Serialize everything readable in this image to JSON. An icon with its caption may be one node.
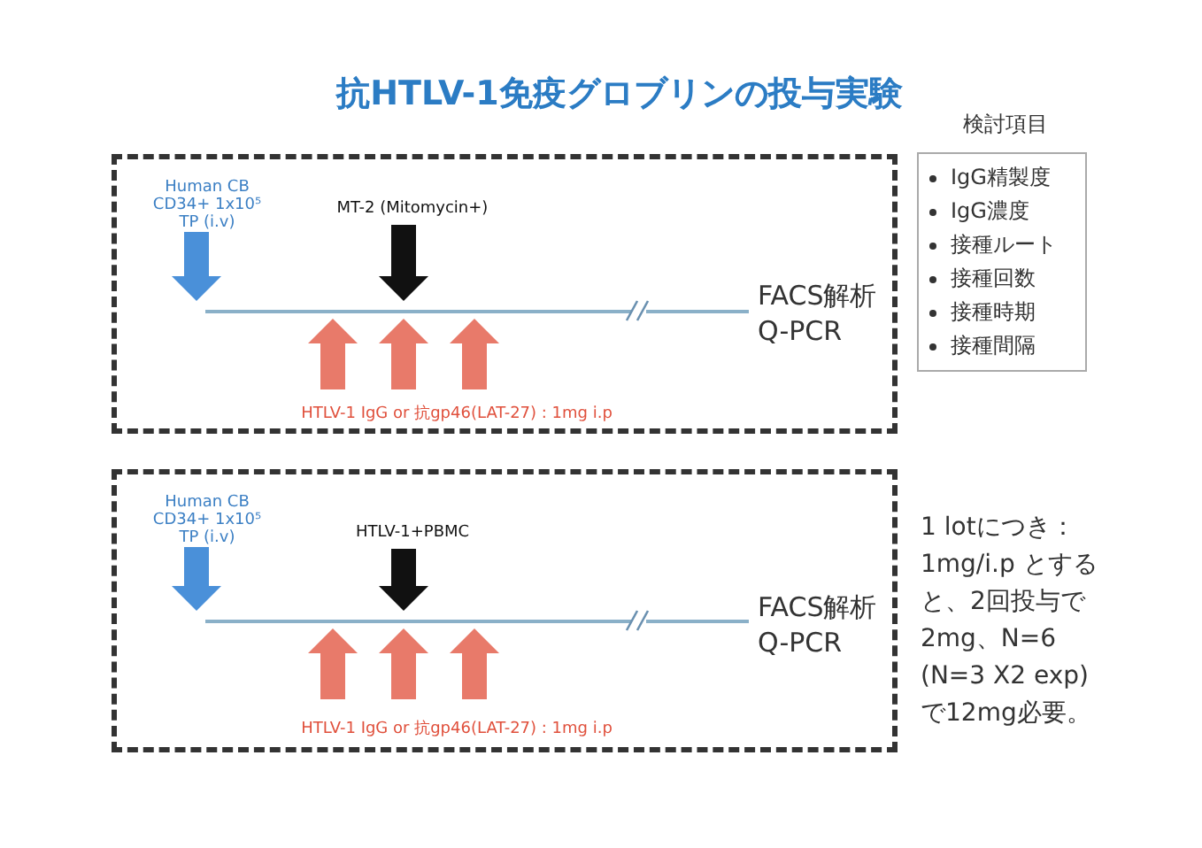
{
  "diagram": {
    "title": "抗HTLV-1免疫グロブリンの投与実験",
    "nodes": [
      {
        "text": [],
        "shape": "box"
      },
      {
        "text": [
          "Human CB CD34+ 1x10⁵ TP (i.v)"
        ],
        "in": 0
      },
      {
        "text": [
          "MT-2 (Mitomycin+)"
        ],
        "in": 0
      },
      {
        "text": [],
        "shape": "bar",
        "in": 0
      },
      {
        "text": [
          "HTLV-1 IgG or 抗gp46(LAT-27) : 1mg i.p"
        ],
        "in": 0
      },
      {
        "text": [],
        "shape": "box"
      },
      {
        "text": [
          "Human CB CD34+ 1x10⁵ TP (i.v)"
        ],
        "in": 5
      },
      {
        "text": [
          "HTLV-1+PBMC"
        ],
        "in": 5
      },
      {
        "text": [],
        "shape": "bar",
        "in": 5
      },
      {
        "text": [
          "HTLV-1 IgG or 抗gp46(LAT-27) : 1mg i.p"
        ],
        "in": 5
      },
      {
        "text": [
          "検討項目",
          "IgG精製度",
          "IgG濃度",
          "接種ルート",
          "接種回数",
          "接種時期",
          "接種間隔"
        ]
      }
    ],
    "edges": [
      {
        "from": 1,
        "to": 3,
        "arrow": "to",
        "color": "#4a90d9"
      },
      {
        "from": 2,
        "to": 3,
        "arrow": "to",
        "color": "#111111"
      },
      {
        "from": null,
        "to": 3,
        "arrow": "to"
      },
      {
        "from": null,
        "to": 3,
        "arrow": "to"
      },
      {
        "from": null,
        "to": 3,
        "arrow": "to"
      },
      {
        "from": 6,
        "to": 8,
        "arrow": "to",
        "color": "#4a90d9"
      },
      {
        "from": 7,
        "to": 8,
        "arrow": "to",
        "color": "#111111"
      },
      {
        "from": null,
        "to": 8,
        "arrow": "to"
      },
      {
        "from": null,
        "to": 8,
        "arrow": "to"
      },
      {
        "from": null,
        "to": 8,
        "arrow": "to"
      }
    ],
    "labels": [
      "FACS解析",
      "Q-PCR",
      "FACS解析",
      "Q-PCR",
      "1 lotにつき：1mg/i.p とすると、2回投与で2mg、N=6 (N=3 X2 exp)で12mg必要。"
    ]
  }
}
